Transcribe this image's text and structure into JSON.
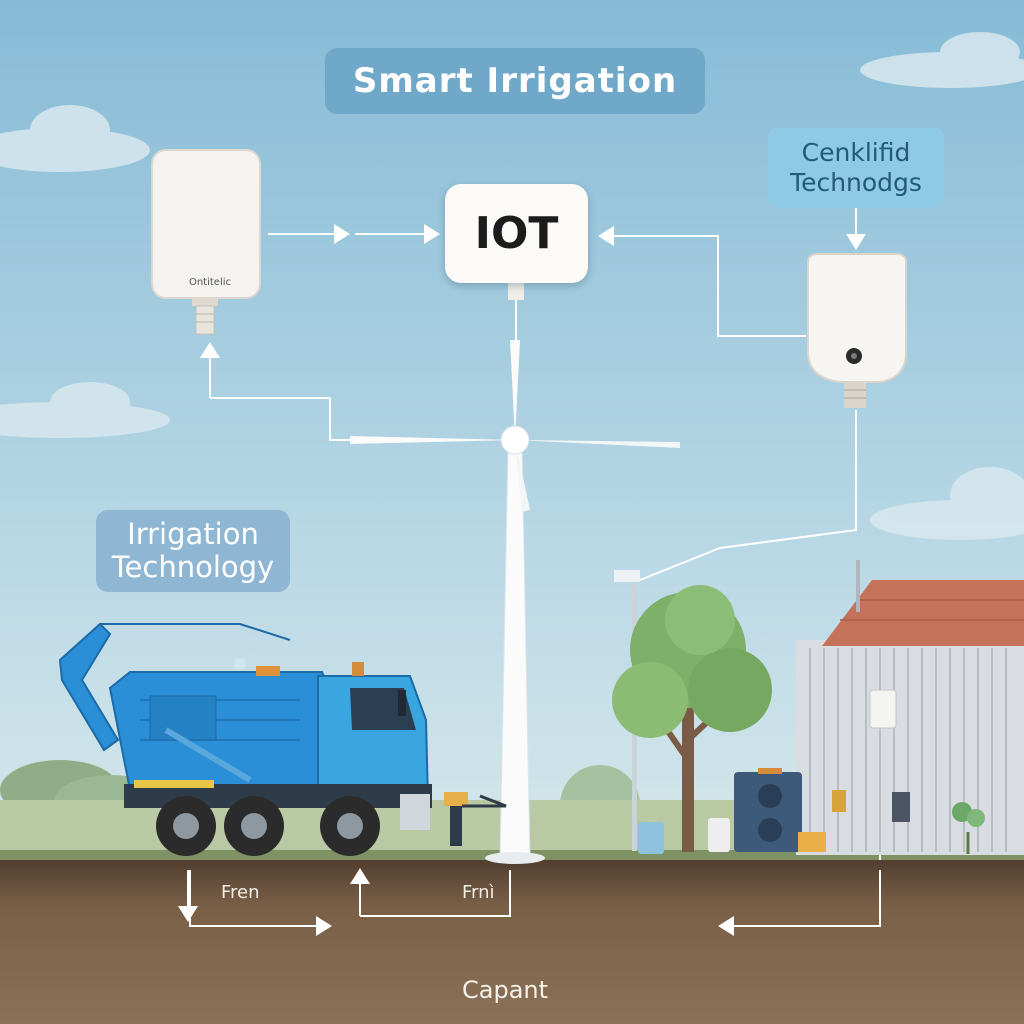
{
  "title": "Smart Irrigation",
  "iot_label": "IOT",
  "sensor_left_label": "Ontitelic",
  "cenk_label": [
    "Cenklifid",
    "Technodgs"
  ],
  "irrigation_label": [
    "Irrigation",
    "Technology"
  ],
  "ground_labels": {
    "left": "Fren",
    "middle": "Frnì",
    "bottom": "Capant"
  },
  "colors": {
    "sky_top": "#8dbfd8",
    "sky_bottom": "#cfe3ec",
    "ground": "#6b5440",
    "truck_blue": "#2a8fd6",
    "roof": "#c9735a",
    "tree": "#7fb76a",
    "connector": "#ffffff"
  },
  "icons": [
    "wind-turbine-icon",
    "water-truck-icon",
    "sensor-device-icon",
    "camera-sensor-icon",
    "tree-icon",
    "farm-building-icon",
    "solar-battery-icon",
    "street-lamp-icon"
  ]
}
